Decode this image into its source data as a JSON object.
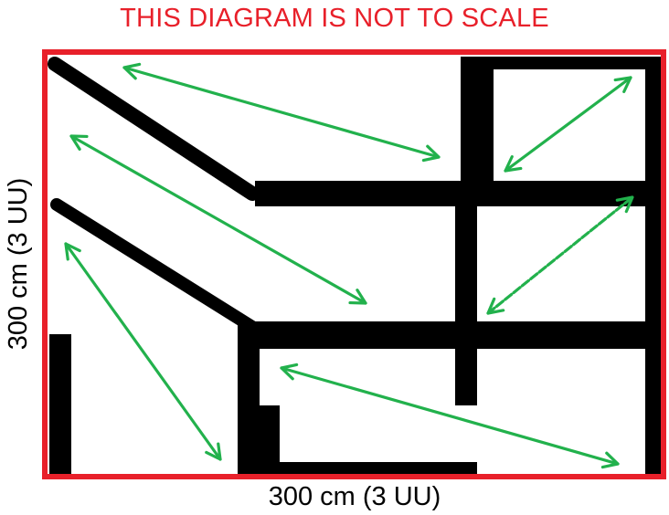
{
  "title": "THIS DIAGRAM IS NOT TO SCALE",
  "dimension_bottom": "300 cm (3 UU)",
  "dimension_left": "300 cm (3 UU)",
  "colors": {
    "title": "#e8202a",
    "border": "#e8202a",
    "walls": "#000000",
    "arrows": "#22b14c",
    "background": "#ffffff"
  }
}
